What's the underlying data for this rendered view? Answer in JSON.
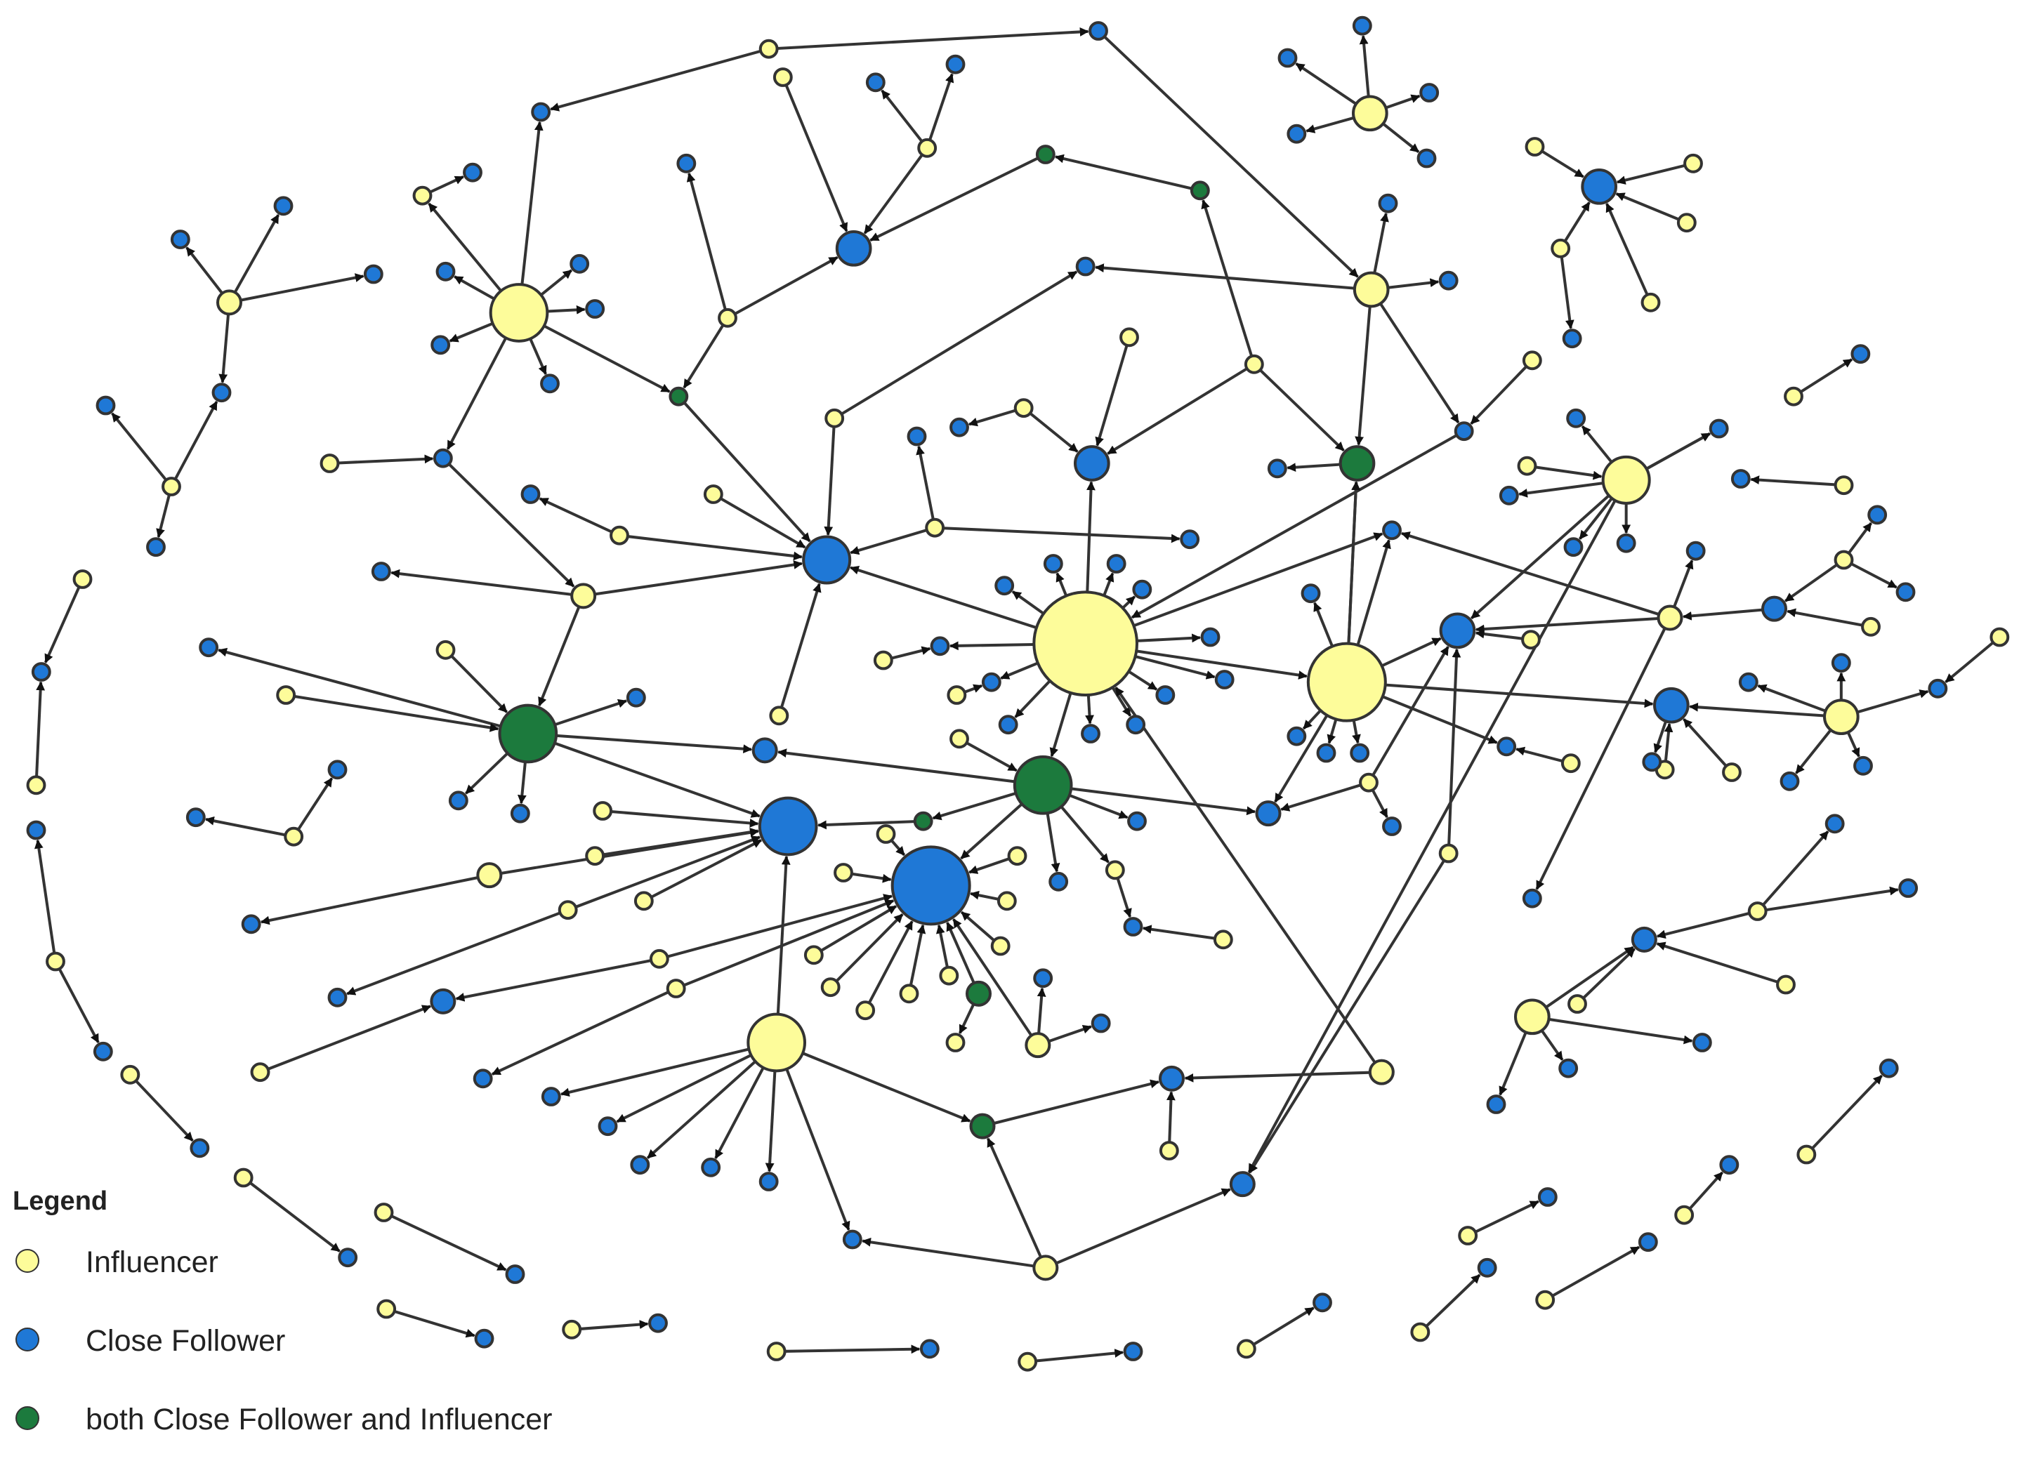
{
  "colors": {
    "influencer": "#fdfc9a",
    "close_follower": "#1f78d6",
    "both": "#1c7a3d"
  },
  "legend": {
    "title": "Legend",
    "items": [
      {
        "label": "Influencer",
        "color": "#fdfc9a"
      },
      {
        "label": "Close Follower",
        "color": "#1f78d6"
      },
      {
        "label": "both Close Follower and Influencer",
        "color": "#1c7a3d"
      }
    ]
  }
}
